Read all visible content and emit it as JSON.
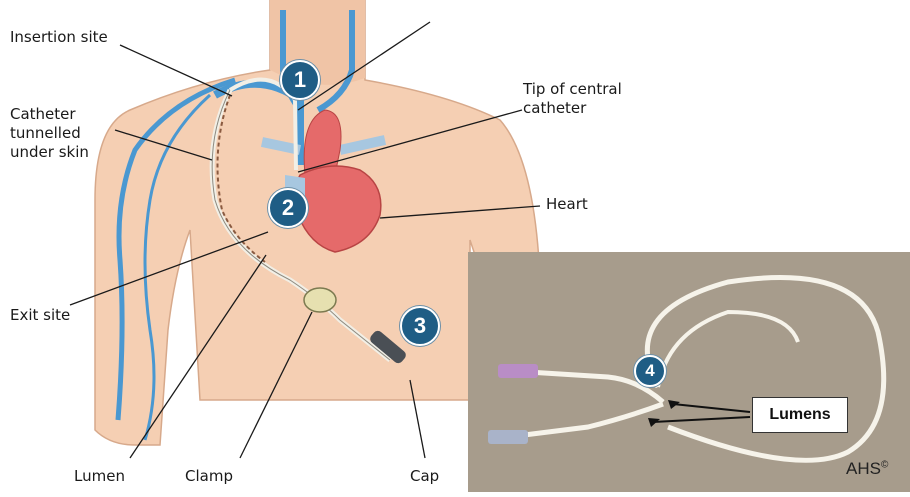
{
  "labels": {
    "insertion_site": "Insertion site",
    "catheter_tunnelled": "Catheter\ntunnelled\nunder skin",
    "tip": "Tip of central\ncatheter",
    "heart": "Heart",
    "exit_site": "Exit site",
    "lumen": "Lumen",
    "clamp": "Clamp",
    "cap": "Cap"
  },
  "badges": [
    "1",
    "2",
    "3",
    "4"
  ],
  "photo": {
    "lumens_label": "Lumens",
    "credit": "AHS",
    "credit_symbol": "©"
  },
  "colors": {
    "skin": "#f5cfb3",
    "vein": "#4a98d1",
    "heart": "#e56a6a",
    "badge": "#1f5d85",
    "photo_bg": "#a79c8c"
  }
}
